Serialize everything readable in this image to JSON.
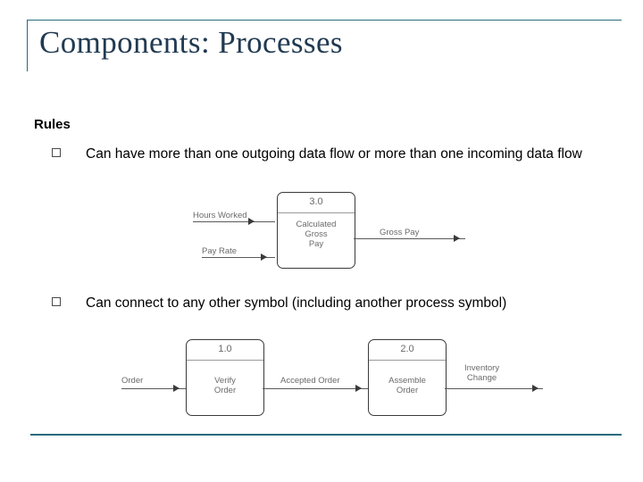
{
  "slide": {
    "title": "Components: Processes",
    "section_heading": "Rules",
    "bullets": [
      {
        "marker": "square-bullet",
        "text": "Can have more than one outgoing data flow or more than one incoming data flow"
      },
      {
        "marker": "square-bullet",
        "text": "Can connect to any other symbol (including another process symbol)"
      }
    ]
  },
  "diagram1": {
    "name": "gross-pay-process-diagram",
    "process": {
      "number": "3.0",
      "label": "Calculated Gross Pay"
    },
    "process_label_lines": [
      "Calculated",
      "Gross",
      "Pay"
    ],
    "inputs": [
      {
        "label": "Hours Worked"
      },
      {
        "label": "Pay Rate"
      }
    ],
    "outputs": [
      {
        "label": "Gross Pay"
      }
    ]
  },
  "diagram2": {
    "name": "order-processing-diagram",
    "processes": [
      {
        "number": "1.0",
        "label": "Verify Order",
        "label_lines": [
          "Verify",
          "Order"
        ]
      },
      {
        "number": "2.0",
        "label": "Assemble Order",
        "label_lines": [
          "Assemble",
          "Order"
        ]
      }
    ],
    "flows": [
      {
        "label": "Order"
      },
      {
        "label": "Accepted Order"
      },
      {
        "label": "Inventory Change",
        "label_lines": [
          "Inventory",
          "Change"
        ]
      }
    ]
  },
  "colors": {
    "accent_rule": "#2a6b7c",
    "title": "#213a52",
    "body_text": "#000000",
    "diagram_stroke": "#3a3a3a",
    "diagram_text": "#6a6a6a"
  }
}
